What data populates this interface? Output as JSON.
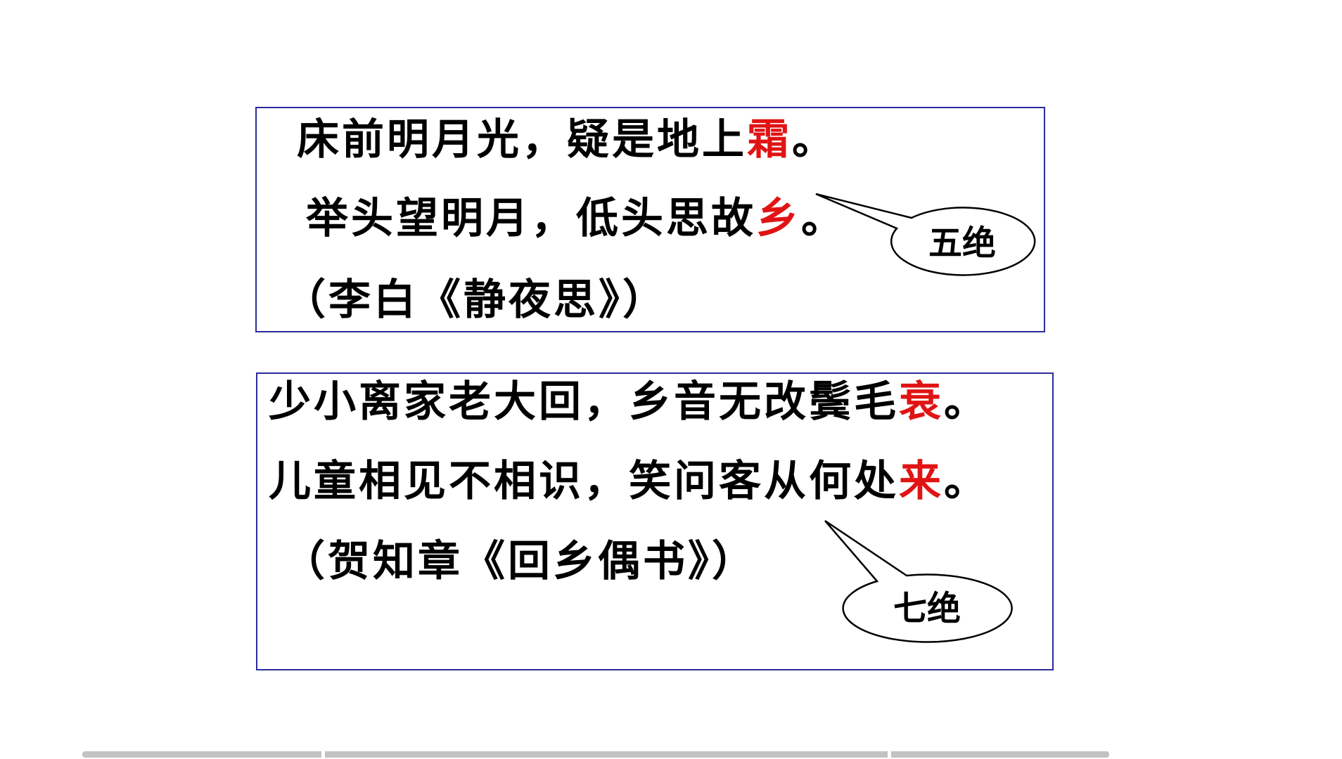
{
  "slide": {
    "colors": {
      "box_border": "#2b2b9c",
      "highlight": "#e01414",
      "text": "#000000",
      "progress": "#c2c2c2"
    },
    "poems": [
      {
        "lines": [
          {
            "text": "床前明月光，疑是地上",
            "highlight": "霜",
            "end": "。"
          },
          {
            "text": "举头望明月，低头思故",
            "highlight": "乡",
            "end": "。"
          }
        ],
        "citation": "（李白《静夜思》）",
        "callout": "五绝"
      },
      {
        "lines": [
          {
            "text": "少小离家老大回，乡音无改鬓毛",
            "highlight": "衰",
            "end": "。"
          },
          {
            "text": "儿童相见不相识，笑问客从何处",
            "highlight": "来",
            "end": "。"
          }
        ],
        "citation": "（贺知章《回乡偶书》）",
        "callout": "七绝"
      }
    ]
  },
  "progress_bar": {
    "segments": 3
  }
}
